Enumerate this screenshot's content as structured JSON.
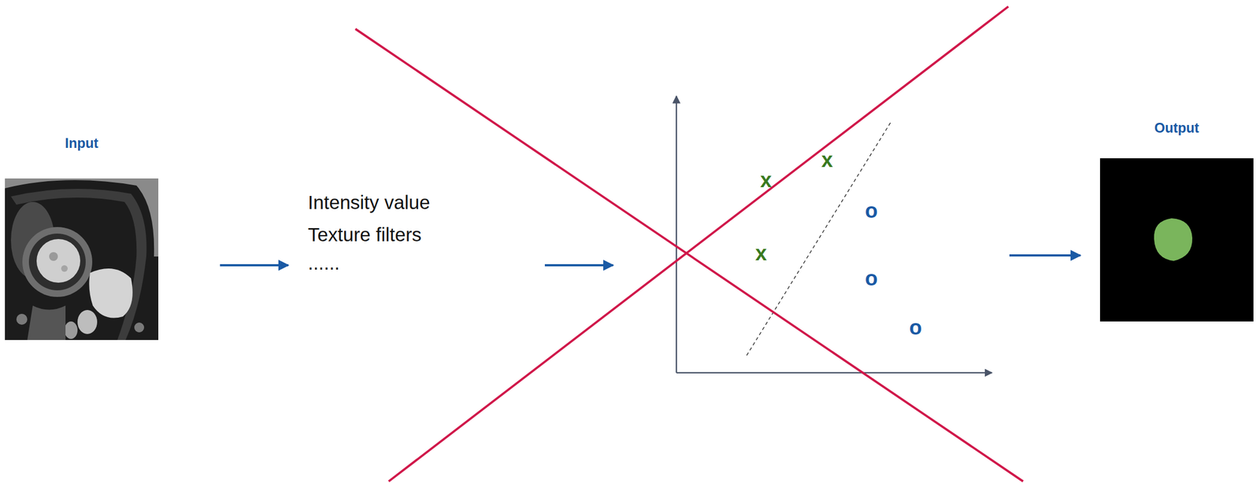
{
  "diagram": {
    "nodes": [
      {
        "text": [
          "Input"
        ]
      },
      {
        "text": [
          "Output"
        ]
      }
    ],
    "labels": [
      "Intensity value",
      "Texture filters",
      "......",
      "x",
      "x",
      "x",
      "o",
      "o",
      "o"
    ]
  }
}
